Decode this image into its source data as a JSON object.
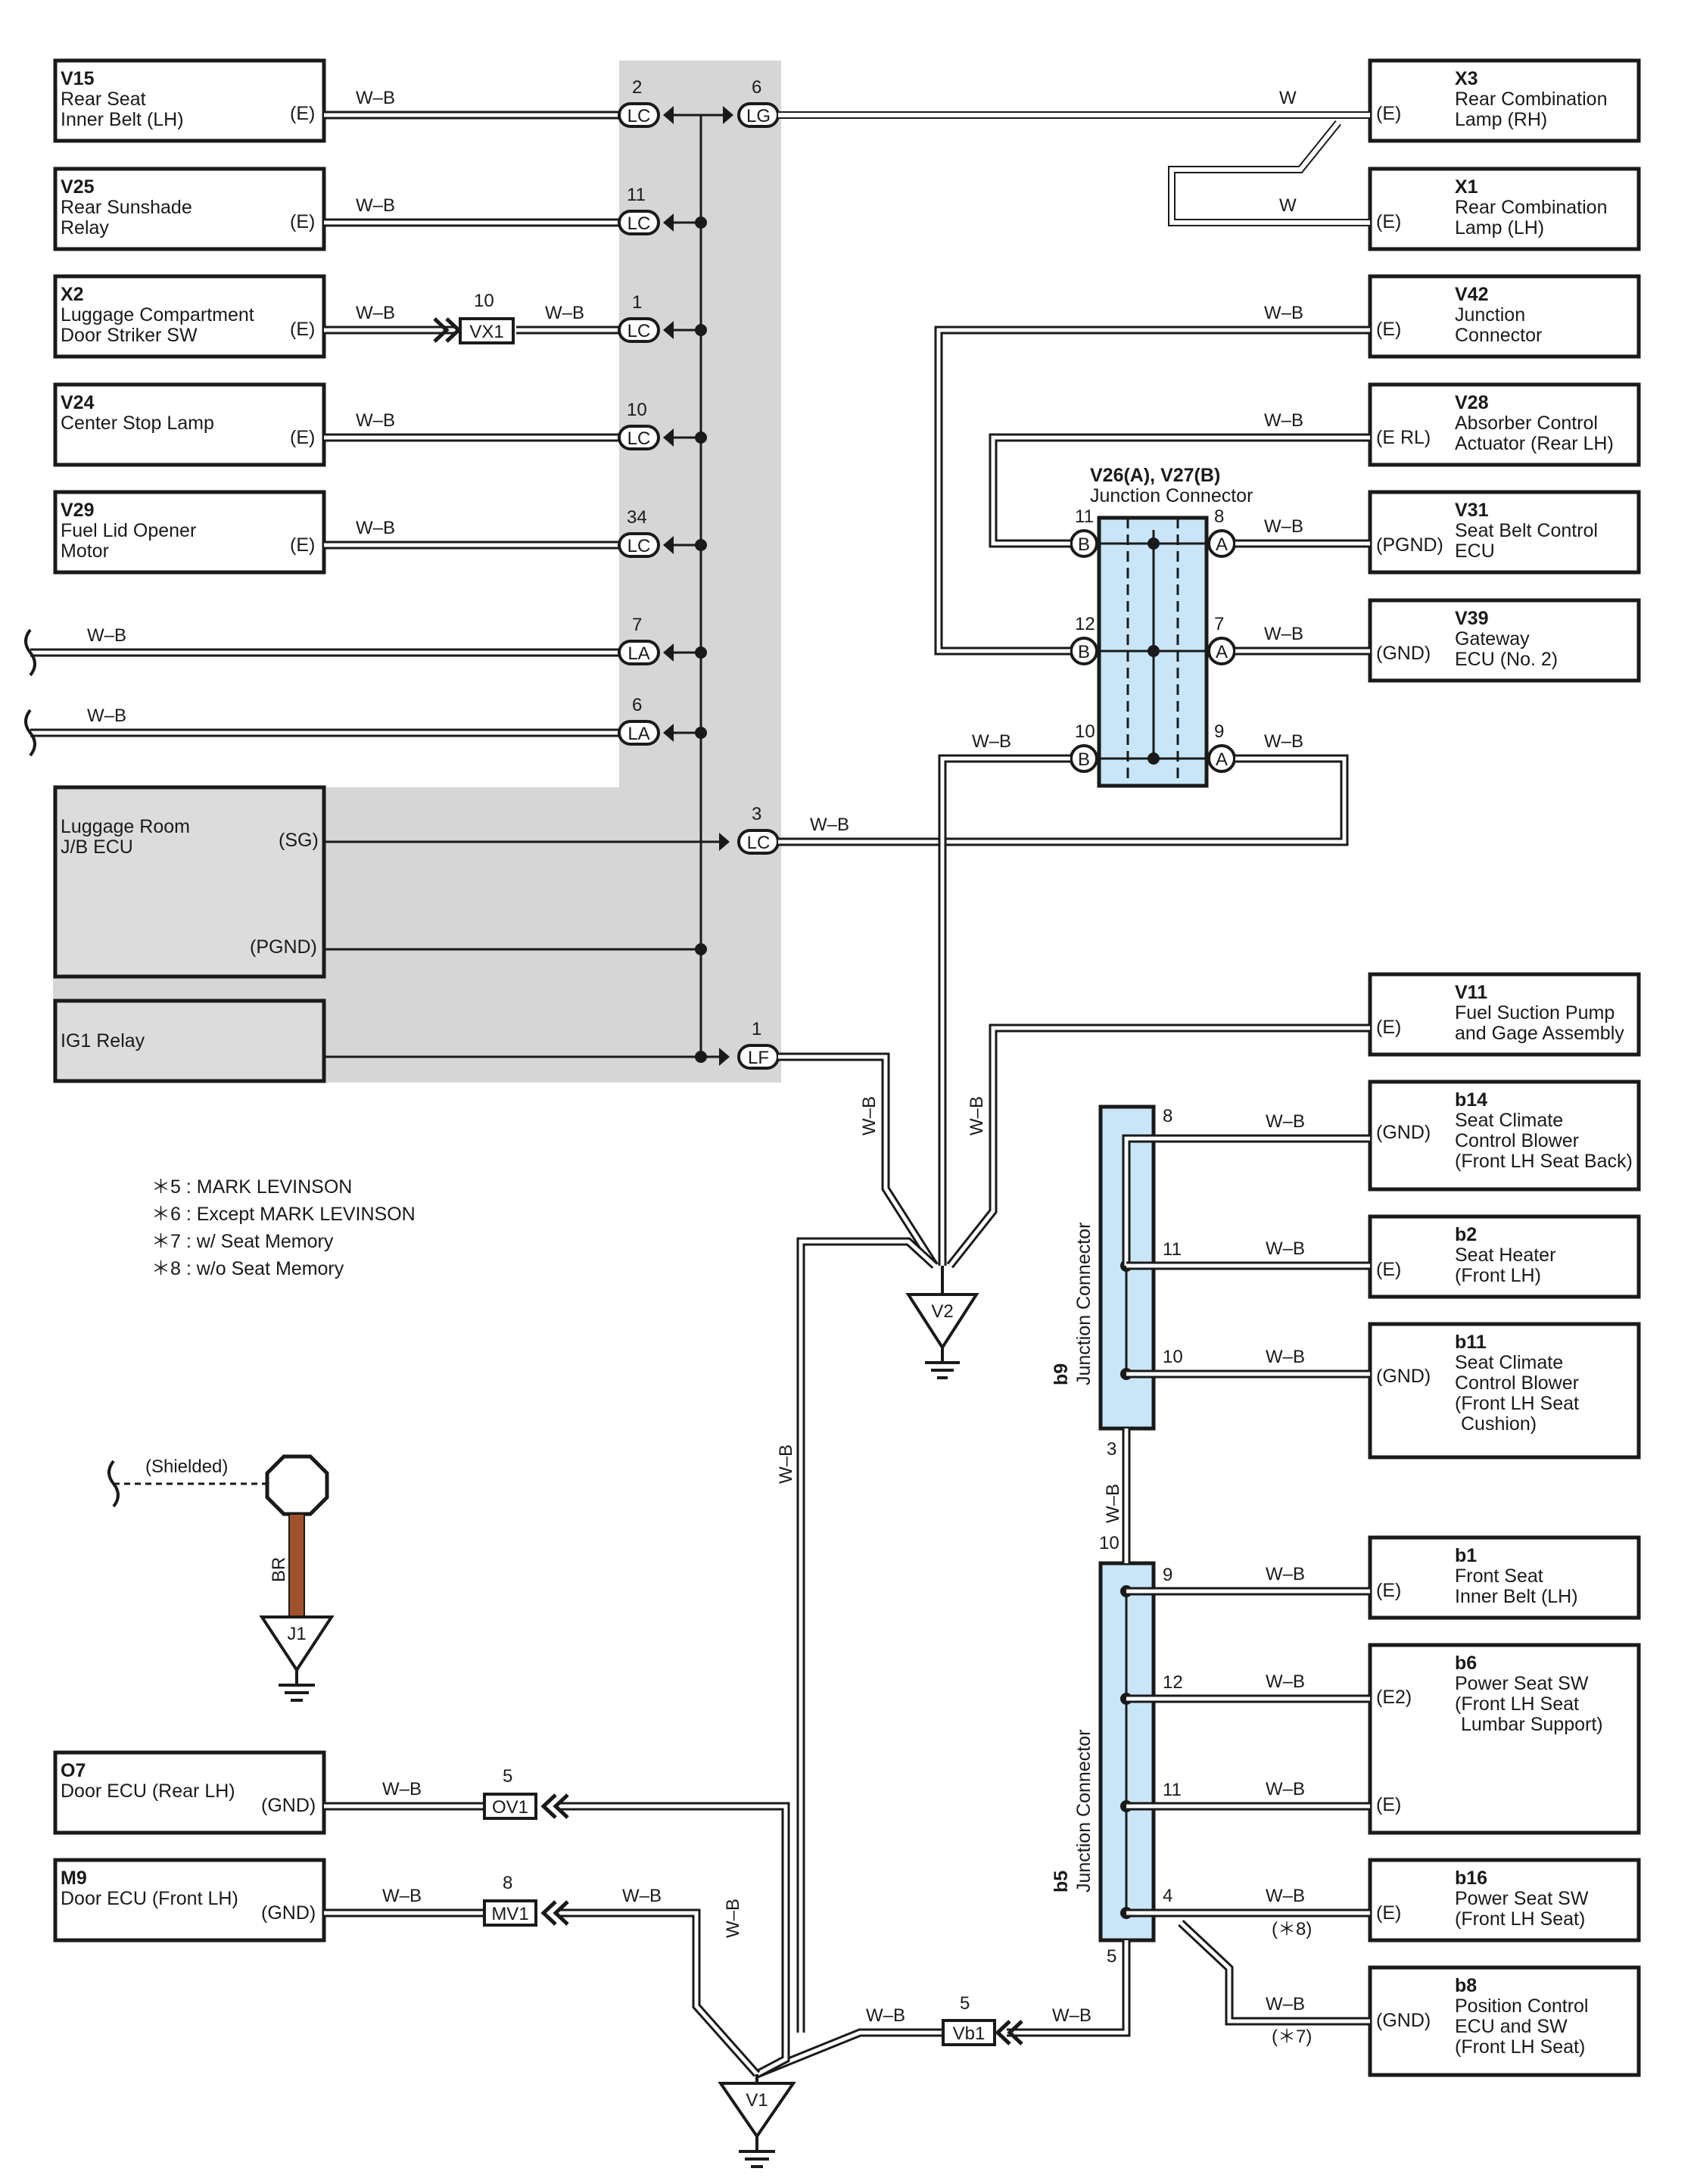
{
  "wire_labels": {
    "wb": "W–B",
    "w": "W",
    "br": "BR",
    "shielded": "(Shielded)"
  },
  "components": {
    "v15": {
      "code": "V15",
      "line1": "Rear Seat",
      "line2": "Inner Belt (LH)",
      "term": "(E)"
    },
    "v25": {
      "code": "V25",
      "line1": "Rear Sunshade",
      "line2": "Relay",
      "term": "(E)"
    },
    "x2": {
      "code": "X2",
      "line1": "Luggage Compartment",
      "line2": "Door Striker SW",
      "term": "(E)"
    },
    "v24": {
      "code": "V24",
      "line1": "Center Stop Lamp",
      "term": "(E)"
    },
    "v29": {
      "code": "V29",
      "line1": "Fuel Lid Opener",
      "line2": "Motor",
      "term": "(E)"
    },
    "luggage": {
      "line1": "Luggage Room",
      "line2": "J/B ECU",
      "term_sg": "(SG)",
      "term_pgnd": "(PGND)"
    },
    "ig1": {
      "line1": "IG1 Relay"
    },
    "x3": {
      "code": "X3",
      "line1": "Rear Combination",
      "line2": "Lamp (RH)",
      "term": "(E)"
    },
    "x1": {
      "code": "X1",
      "line1": "Rear Combination",
      "line2": "Lamp (LH)",
      "term": "(E)"
    },
    "v42": {
      "code": "V42",
      "line1": "Junction",
      "line2": "Connector",
      "term": "(E)"
    },
    "v28": {
      "code": "V28",
      "line1": "Absorber Control",
      "line2": "Actuator (Rear LH)",
      "term": "(E RL)"
    },
    "v31": {
      "code": "V31",
      "line1": "Seat Belt Control",
      "line2": "ECU",
      "term": "(PGND)"
    },
    "v39": {
      "code": "V39",
      "line1": "Gateway",
      "line2": "ECU (No. 2)",
      "term": "(GND)"
    },
    "v11": {
      "code": "V11",
      "line1": "Fuel Suction Pump",
      "line2": "and Gage Assembly",
      "term": "(E)"
    },
    "b14": {
      "code": "b14",
      "line1": "Seat Climate",
      "line2": "Control Blower",
      "line3": "(Front LH Seat Back)",
      "term": "(GND)"
    },
    "b2": {
      "code": "b2",
      "line1": "Seat Heater",
      "line2": "(Front LH)",
      "term": "(E)"
    },
    "b11": {
      "code": "b11",
      "line1": "Seat Climate",
      "line2": "Control Blower",
      "line3": "(Front LH Seat",
      "line4": "Cushion)",
      "term": "(GND)"
    },
    "b1": {
      "code": "b1",
      "line1": "Front Seat",
      "line2": "Inner Belt (LH)",
      "term": "(E)"
    },
    "b6": {
      "code": "b6",
      "line1": "Power Seat SW",
      "line2": "(Front LH Seat",
      "line3": "Lumbar Support)",
      "term_e2": "(E2)",
      "term_e": "(E)"
    },
    "b16": {
      "code": "b16",
      "line1": "Power Seat SW",
      "line2": "(Front LH Seat)",
      "term": "(E)"
    },
    "b8": {
      "code": "b8",
      "line1": "Position Control",
      "line2": "ECU and SW",
      "line3": "(Front LH Seat)",
      "term": "(GND)"
    },
    "o7": {
      "code": "O7",
      "line1": "Door ECU (Rear LH)",
      "term": "(GND)"
    },
    "m9": {
      "code": "M9",
      "line1": "Door ECU (Front LH)",
      "term": "(GND)"
    }
  },
  "connectors": {
    "lc": "LC",
    "lg": "LG",
    "la": "LA",
    "lf": "LF",
    "vx1": "VX1",
    "ov1": "OV1",
    "mv1": "MV1",
    "vb1": "Vb1",
    "a": "A",
    "b": "B"
  },
  "pins": {
    "v15": "2",
    "lg": "6",
    "v25": "11",
    "x2_lc": "1",
    "x2_vx1": "10",
    "v24": "10",
    "v29": "34",
    "la7": "7",
    "la6": "6",
    "sg": "3",
    "lf": "1",
    "jb_b11": "11",
    "jb_a8": "8",
    "jb_b12": "12",
    "jb_a7": "7",
    "jb_b10": "10",
    "jb_a9": "9",
    "b9_8": "8",
    "b9_11": "11",
    "b9_10": "10",
    "b9_3": "3",
    "b5_10": "10",
    "b5_9": "9",
    "b5_12": "12",
    "b5_11": "11",
    "b5_4": "4",
    "b5_5": "5",
    "ov1": "5",
    "mv1": "8",
    "vb1": "5"
  },
  "junctions": {
    "v26_title": "V26(A), V27(B)",
    "v26_sub": "Junction Connector",
    "b9_name": "b9",
    "b9_sub": "Junction Connector",
    "b5_name": "b5",
    "b5_sub": "Junction Connector"
  },
  "grounds": {
    "v2": "V2",
    "v1": "V1",
    "j1": "J1"
  },
  "notes": [
    "＊5 : MARK LEVINSON",
    "＊6 : Except MARK LEVINSON",
    "＊7 : w/ Seat Memory",
    "＊8 : w/o Seat Memory"
  ],
  "marks": {
    "m8": "(＊8)",
    "m7": "(＊7)"
  },
  "colors": {
    "junction_fill": "#c8e6f8",
    "jb_area": "#d6d6d6",
    "br_wire": "#a0522d"
  }
}
